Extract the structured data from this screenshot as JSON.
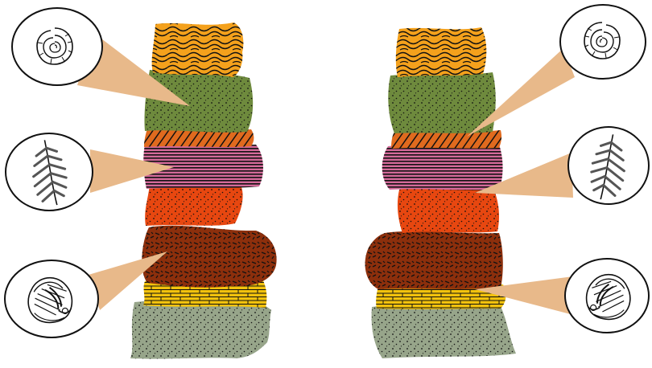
{
  "diagram": {
    "subject": "",
    "columns": [
      {
        "id": "left",
        "layers": [
          {
            "name": "folded-orange-layer",
            "color": "#f4a11c",
            "pattern": "folds"
          },
          {
            "name": "green-sandstone-layer",
            "color": "#6e8a3d",
            "pattern": "dots"
          },
          {
            "name": "orange-hatched-layer",
            "color": "#e06a1e",
            "pattern": "hatch"
          },
          {
            "name": "pink-striped-layer",
            "color": "#d46a9a",
            "pattern": "stripes"
          },
          {
            "name": "red-orange-layer",
            "color": "#e74710",
            "pattern": "dots"
          },
          {
            "name": "brown-conglomerate-layer",
            "color": "#8c2f0c",
            "pattern": "dashes"
          },
          {
            "name": "yellow-limestone-layer",
            "color": "#f2c20d",
            "pattern": "bricks"
          },
          {
            "name": "grey-green-base-layer",
            "color": "#97a58a",
            "pattern": "dots"
          }
        ],
        "callouts": [
          {
            "fossil": "ammonite",
            "icon": "ammonite-icon",
            "points_to": "green-sandstone-layer"
          },
          {
            "fossil": "fern",
            "icon": "fern-icon",
            "points_to": "pink-striped-layer"
          },
          {
            "fossil": "trilobite",
            "icon": "trilobite-icon",
            "points_to": "brown-conglomerate-layer"
          }
        ]
      },
      {
        "id": "right",
        "layers": [
          {
            "name": "folded-orange-layer",
            "color": "#f4a11c",
            "pattern": "folds"
          },
          {
            "name": "green-sandstone-layer",
            "color": "#6e8a3d",
            "pattern": "dots"
          },
          {
            "name": "orange-hatched-layer",
            "color": "#e06a1e",
            "pattern": "hatch"
          },
          {
            "name": "pink-striped-layer",
            "color": "#d46a9a",
            "pattern": "stripes"
          },
          {
            "name": "red-orange-layer",
            "color": "#e74710",
            "pattern": "dots"
          },
          {
            "name": "brown-conglomerate-layer",
            "color": "#8c2f0c",
            "pattern": "dashes"
          },
          {
            "name": "yellow-limestone-layer",
            "color": "#f2c20d",
            "pattern": "bricks"
          },
          {
            "name": "grey-green-base-layer",
            "color": "#97a58a",
            "pattern": "dots"
          }
        ],
        "callouts": [
          {
            "fossil": "ammonite",
            "icon": "ammonite-icon",
            "points_to": "orange-hatched-layer"
          },
          {
            "fossil": "fern",
            "icon": "fern-icon",
            "points_to": "red-orange-layer"
          },
          {
            "fossil": "trilobite",
            "icon": "trilobite-icon",
            "points_to": "yellow-limestone-layer"
          }
        ]
      }
    ],
    "colors": {
      "callout_beam": "#e8b98a",
      "outline": "#111111",
      "background": "#ffffff"
    }
  }
}
